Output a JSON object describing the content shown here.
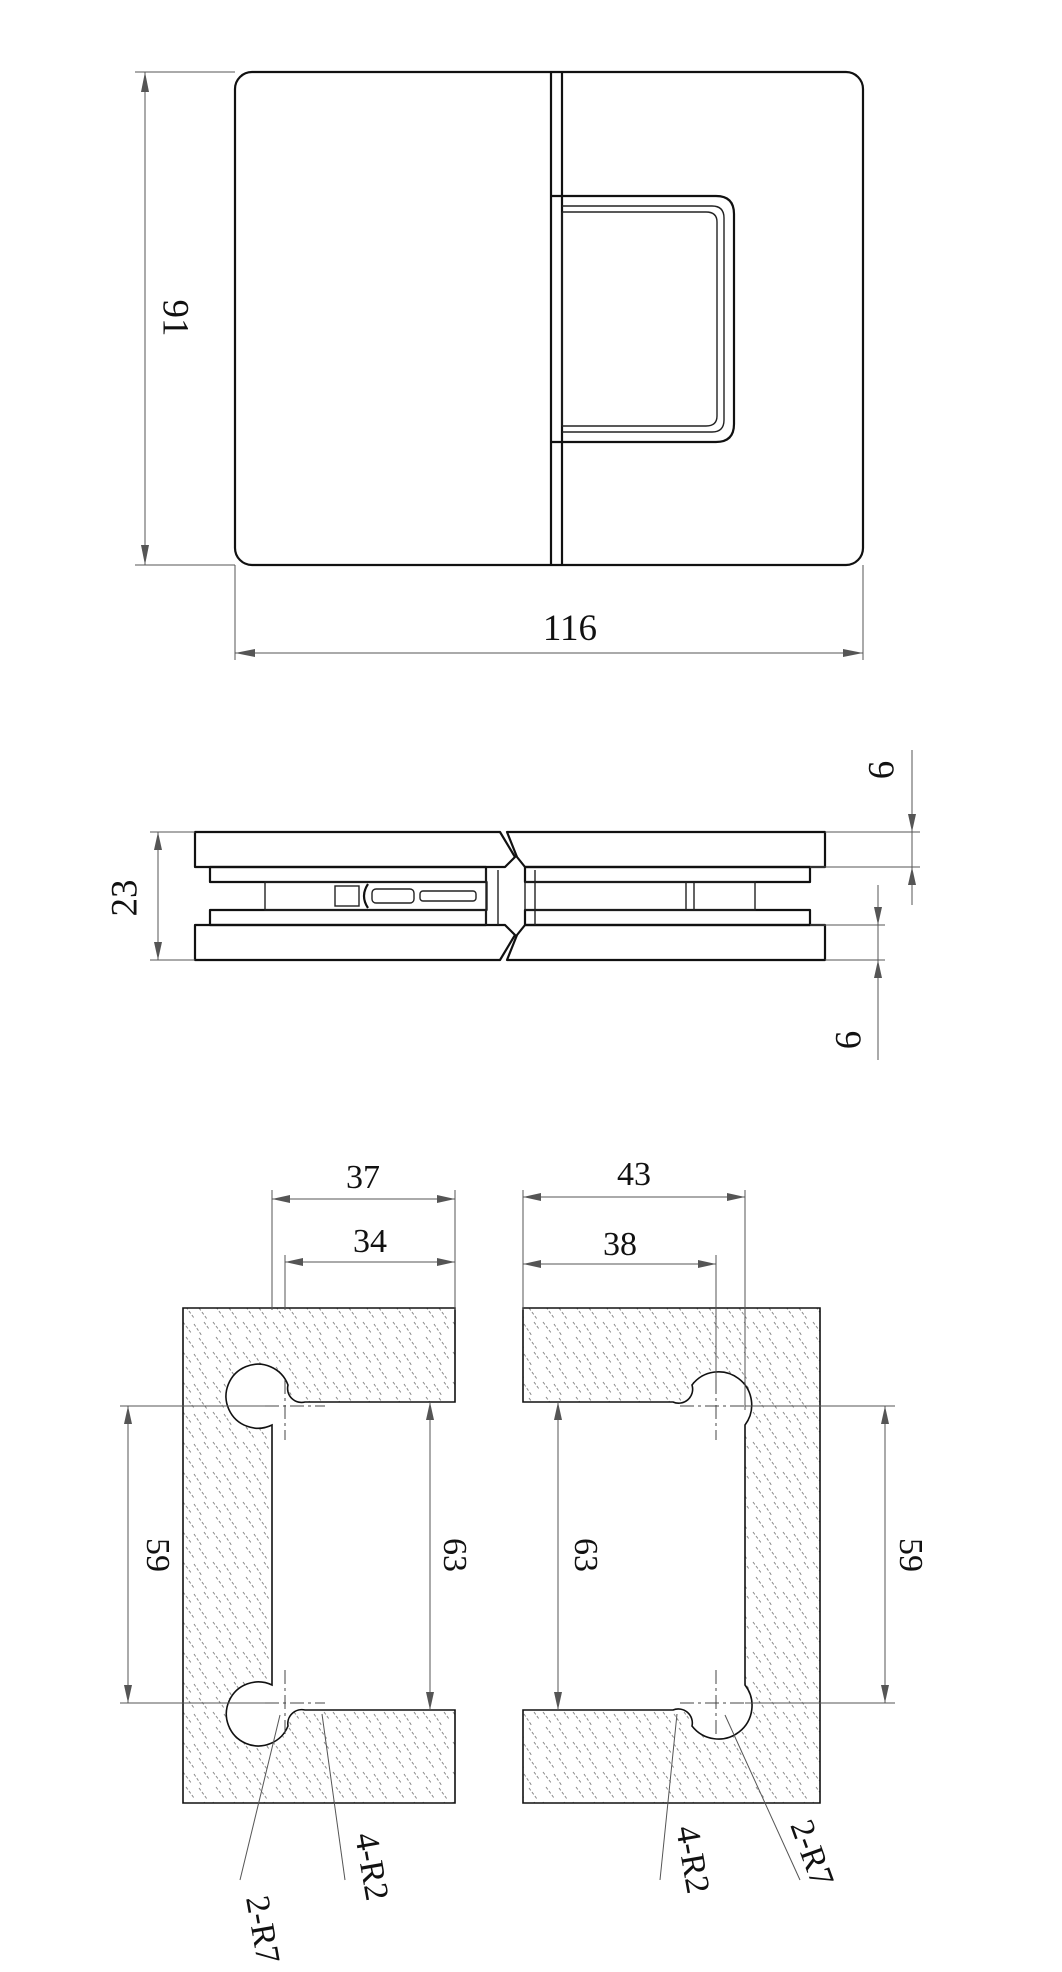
{
  "front_view": {
    "height_label": "91",
    "width_label": "116"
  },
  "side_view": {
    "total_thickness_label": "23",
    "top_plate_label": "6",
    "bottom_plate_label": "6"
  },
  "glass_cutouts": {
    "left": {
      "outer_width_label": "37",
      "inner_width_label": "34",
      "outer_height_label": "59",
      "inner_height_label": "63",
      "callout_radius_label": "4-R2",
      "callout_notch_label": "2-R7"
    },
    "right": {
      "outer_width_label": "43",
      "inner_width_label": "38",
      "inner_height_label": "63",
      "outer_height_label": "59",
      "callout_radius_label": "4-R2",
      "callout_notch_label": "2-R7"
    }
  },
  "colors": {
    "line": "#111111",
    "dimension": "#555555",
    "background": "#ffffff"
  }
}
